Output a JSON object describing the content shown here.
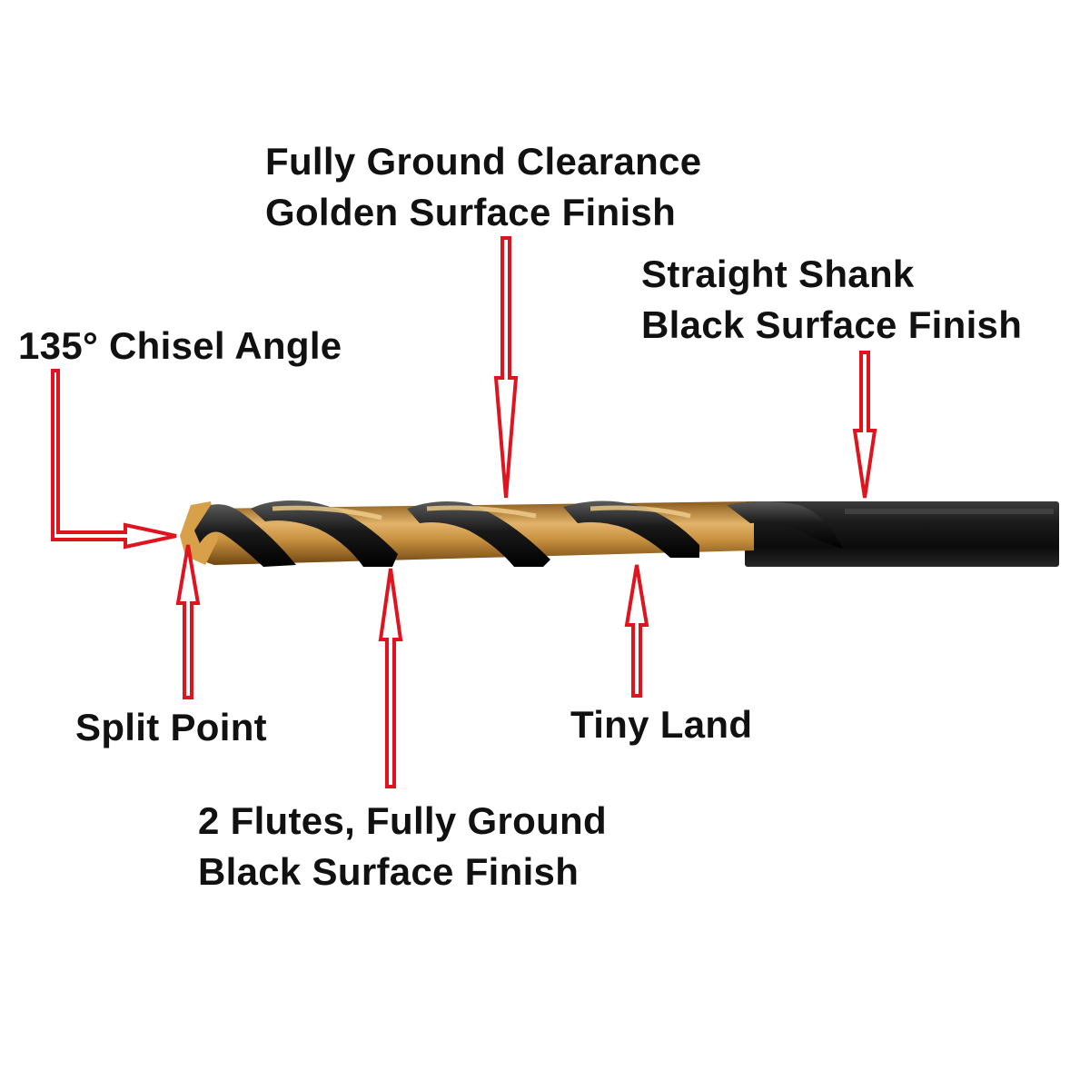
{
  "labels": {
    "clearance": {
      "line1": "Fully Ground Clearance",
      "line2": "Golden Surface Finish"
    },
    "shank": {
      "line1": "Straight Shank",
      "line2": "Black Surface Finish"
    },
    "chisel": {
      "line1": "135° Chisel Angle"
    },
    "split_point": {
      "line1": "Split Point"
    },
    "tiny_land": {
      "line1": "Tiny Land"
    },
    "flutes": {
      "line1": "2 Flutes, Fully Ground",
      "line2": "Black Surface Finish"
    }
  },
  "colors": {
    "arrow": "#e0141e",
    "gold": "#c8913f",
    "black_finish": "#161616",
    "text": "#111111"
  },
  "icons": {
    "arrows": [
      "arrow-down-icon",
      "arrow-down-icon",
      "arrow-right-icon",
      "arrow-up-icon",
      "arrow-up-icon",
      "arrow-up-icon"
    ],
    "product": "drill-bit-illustration"
  }
}
